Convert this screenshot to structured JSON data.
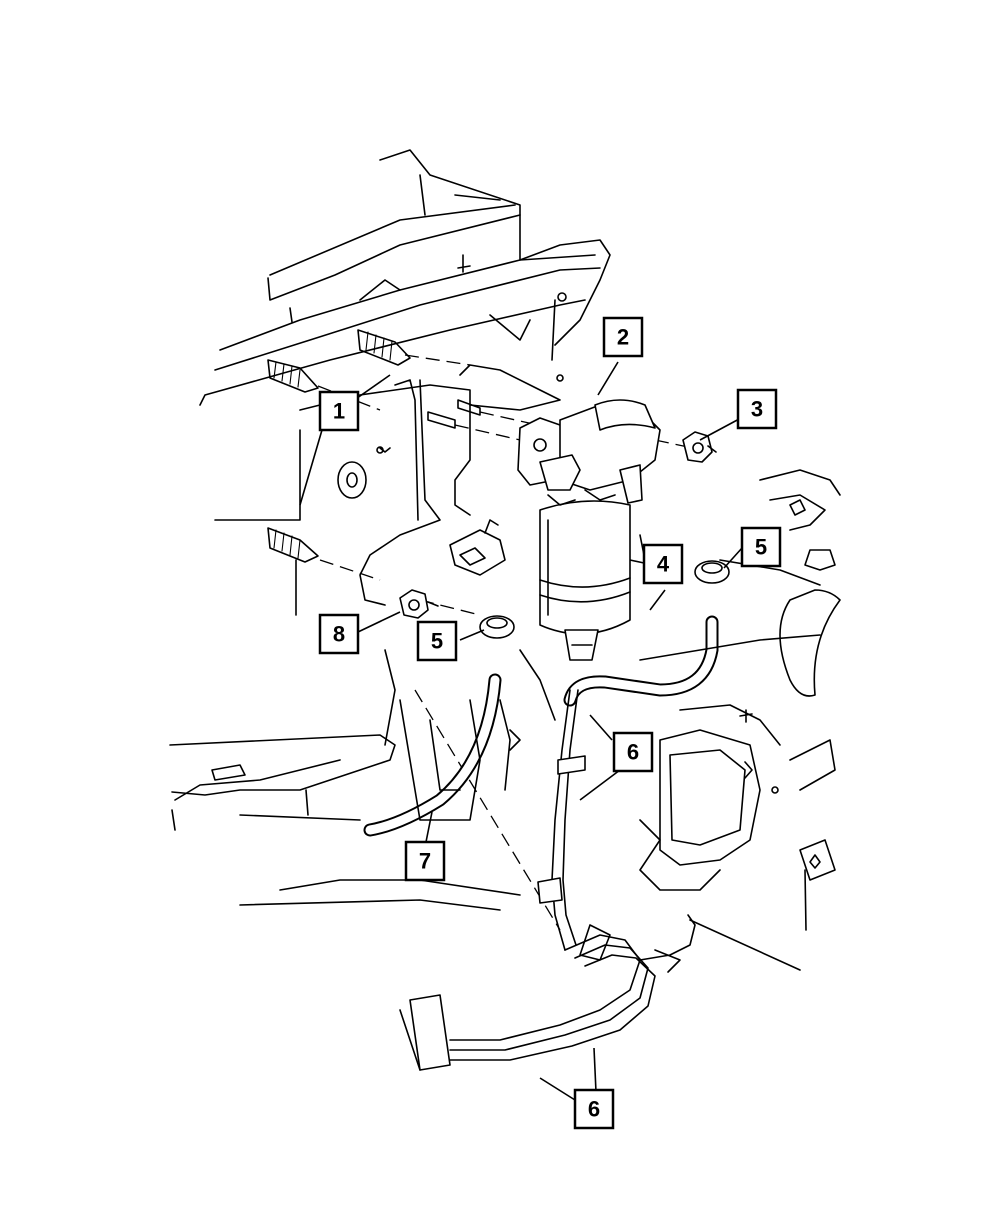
{
  "diagram": {
    "callouts": [
      {
        "id": "callout-1",
        "label": "1"
      },
      {
        "id": "callout-2",
        "label": "2"
      },
      {
        "id": "callout-3",
        "label": "3"
      },
      {
        "id": "callout-4",
        "label": "4"
      },
      {
        "id": "callout-5a",
        "label": "5"
      },
      {
        "id": "callout-5b",
        "label": "5"
      },
      {
        "id": "callout-6a",
        "label": "6"
      },
      {
        "id": "callout-6b",
        "label": "6"
      },
      {
        "id": "callout-7",
        "label": "7"
      },
      {
        "id": "callout-8",
        "label": "8"
      }
    ],
    "colors": {
      "line": "#000000",
      "background": "#ffffff"
    }
  }
}
